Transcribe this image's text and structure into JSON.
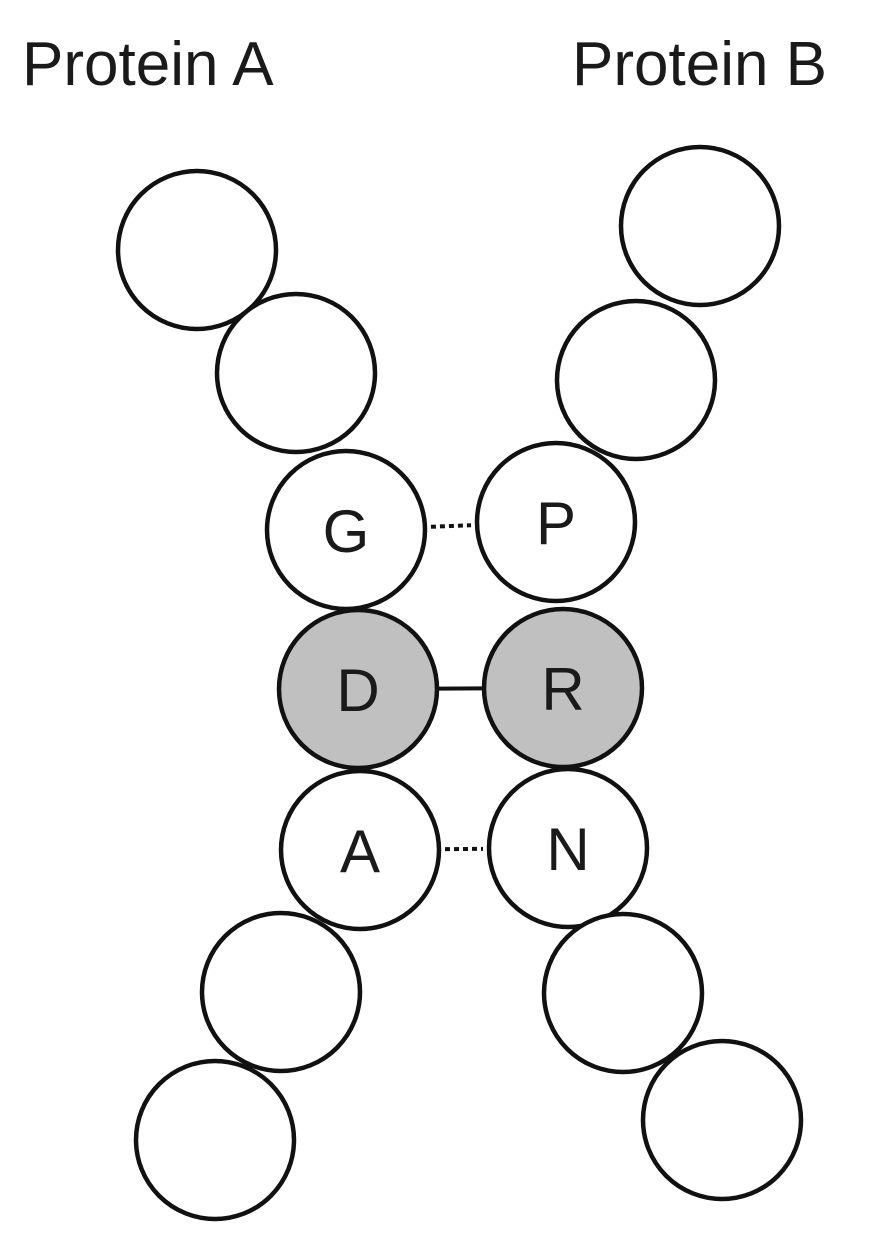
{
  "titles": {
    "protein_a": "Protein A",
    "protein_b": "Protein B"
  },
  "colors": {
    "residue_fill": "#ffffff",
    "highlight_fill": "#c0c0c0",
    "stroke": "#111111"
  },
  "protein_a": {
    "residues": [
      {
        "label": "",
        "highlight": false
      },
      {
        "label": "",
        "highlight": false
      },
      {
        "label": "G",
        "highlight": false
      },
      {
        "label": "D",
        "highlight": true
      },
      {
        "label": "A",
        "highlight": false
      },
      {
        "label": "",
        "highlight": false
      },
      {
        "label": "",
        "highlight": false
      }
    ]
  },
  "protein_b": {
    "residues": [
      {
        "label": "",
        "highlight": false
      },
      {
        "label": "",
        "highlight": false
      },
      {
        "label": "P",
        "highlight": false
      },
      {
        "label": "R",
        "highlight": true
      },
      {
        "label": "N",
        "highlight": false
      },
      {
        "label": "",
        "highlight": false
      },
      {
        "label": "",
        "highlight": false
      }
    ]
  },
  "interactions": [
    {
      "a": "G",
      "b": "P",
      "style": "dotted"
    },
    {
      "a": "D",
      "b": "R",
      "style": "solid"
    },
    {
      "a": "A",
      "b": "N",
      "style": "dotted"
    }
  ]
}
